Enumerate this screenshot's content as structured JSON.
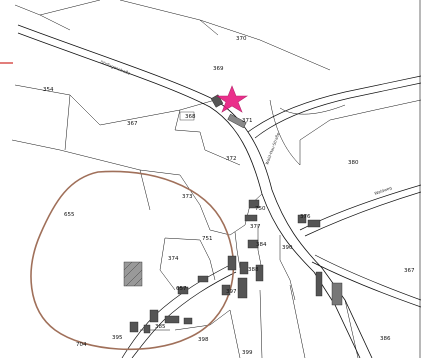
{
  "parcels": [
    "370",
    "369",
    "354",
    "367",
    "368",
    "371",
    "372",
    "380",
    "373",
    "750",
    "376",
    "377",
    "655",
    "751",
    "384",
    "390",
    "374",
    "388",
    "367",
    "657",
    "397",
    "385",
    "704",
    "395",
    "398",
    "399",
    "386"
  ],
  "road_labels": [
    "Dörfisgenstraße",
    "Wald-Hau-Straße",
    "Waldweg"
  ],
  "marker": {
    "icon": "star-marker-icon",
    "color": "#e8197f"
  },
  "colors": {
    "circle": "#a0705a",
    "line": "#111111",
    "building": "#555555",
    "legend_tick": "#d9534f"
  }
}
